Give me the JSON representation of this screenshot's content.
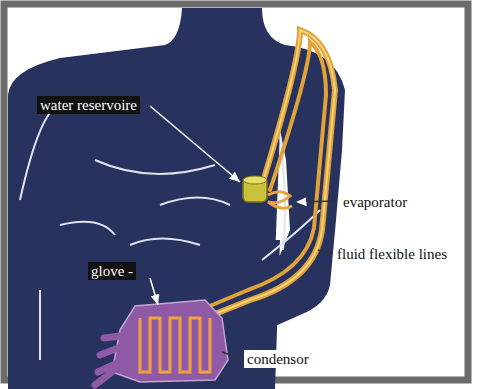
{
  "diagram": {
    "labels": [
      "water reservoire",
      "evaporator",
      "fluid flexible lines",
      "glove -",
      "condensor"
    ]
  }
}
